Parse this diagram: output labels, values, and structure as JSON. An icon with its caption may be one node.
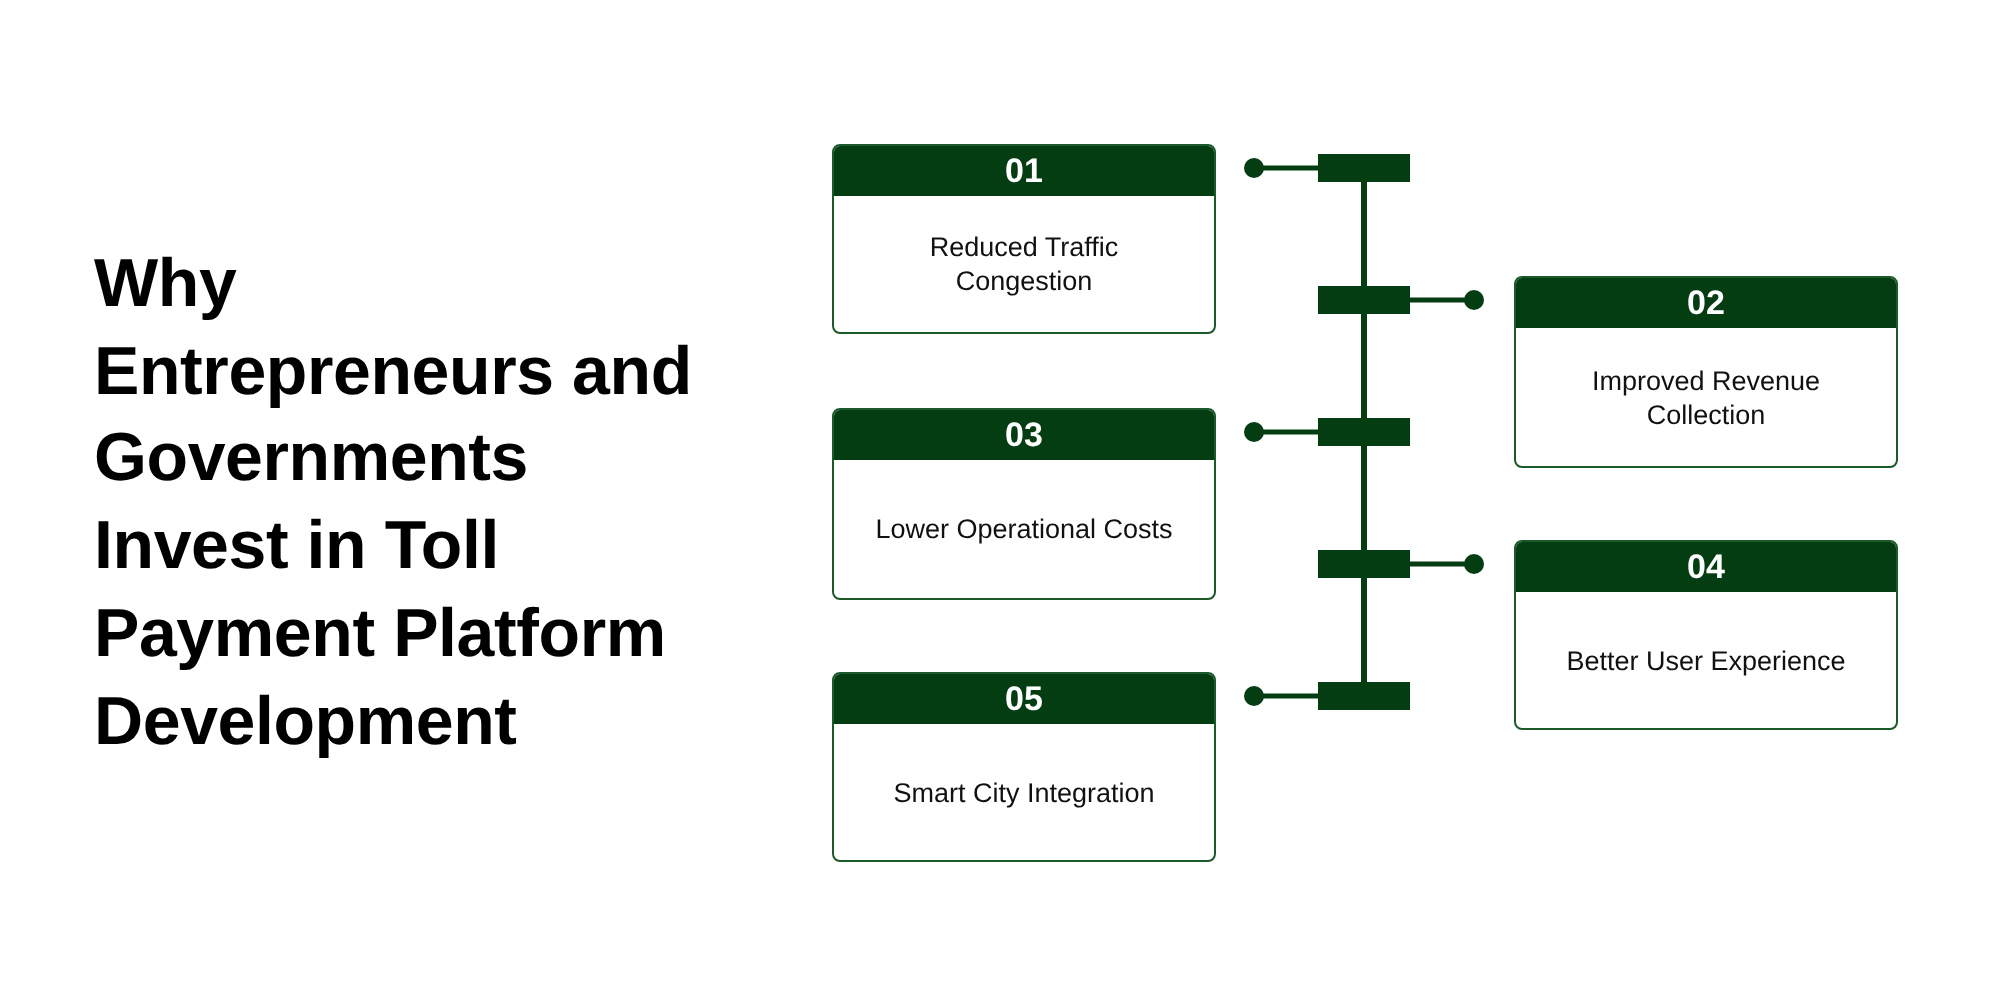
{
  "diagram": {
    "title": "Why Entrepreneurs and Governments Invest in Toll Payment Platform Development",
    "nodes": [
      {
        "text": [
          "01",
          "Reduced Traffic Congestion"
        ]
      },
      {
        "text": [
          "02",
          "Improved Revenue Collection"
        ]
      },
      {
        "text": [
          "03",
          "Lower Operational Costs"
        ]
      },
      {
        "text": [
          "04",
          "Better User Experience"
        ]
      },
      {
        "text": [
          "05",
          "Smart City Integration"
        ]
      }
    ]
  }
}
